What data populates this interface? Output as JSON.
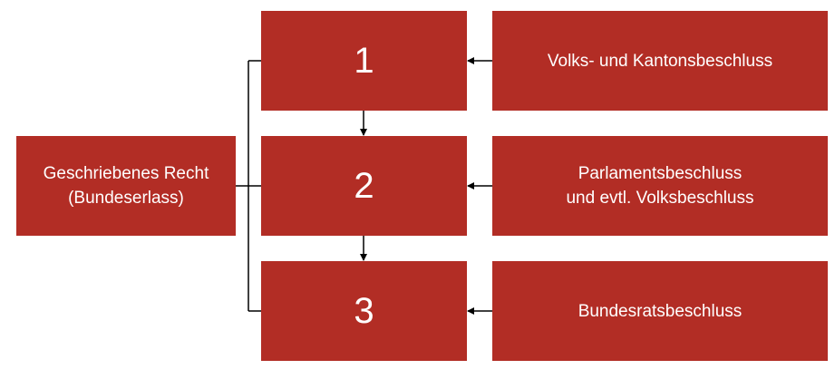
{
  "source_box": {
    "line1": "Geschriebenes Recht",
    "line2": "(Bundeserlass)"
  },
  "levels": [
    {
      "number": "1",
      "lines": [
        "Volks- und Kantonsbeschluss"
      ]
    },
    {
      "number": "2",
      "lines": [
        "Parlamentsbeschluss",
        "und evtl. Volksbeschluss"
      ]
    },
    {
      "number": "3",
      "lines": [
        "Bundesratsbeschluss"
      ]
    }
  ],
  "colors": {
    "box": "#b22d25",
    "text": "#ffffff",
    "line": "#000000"
  }
}
